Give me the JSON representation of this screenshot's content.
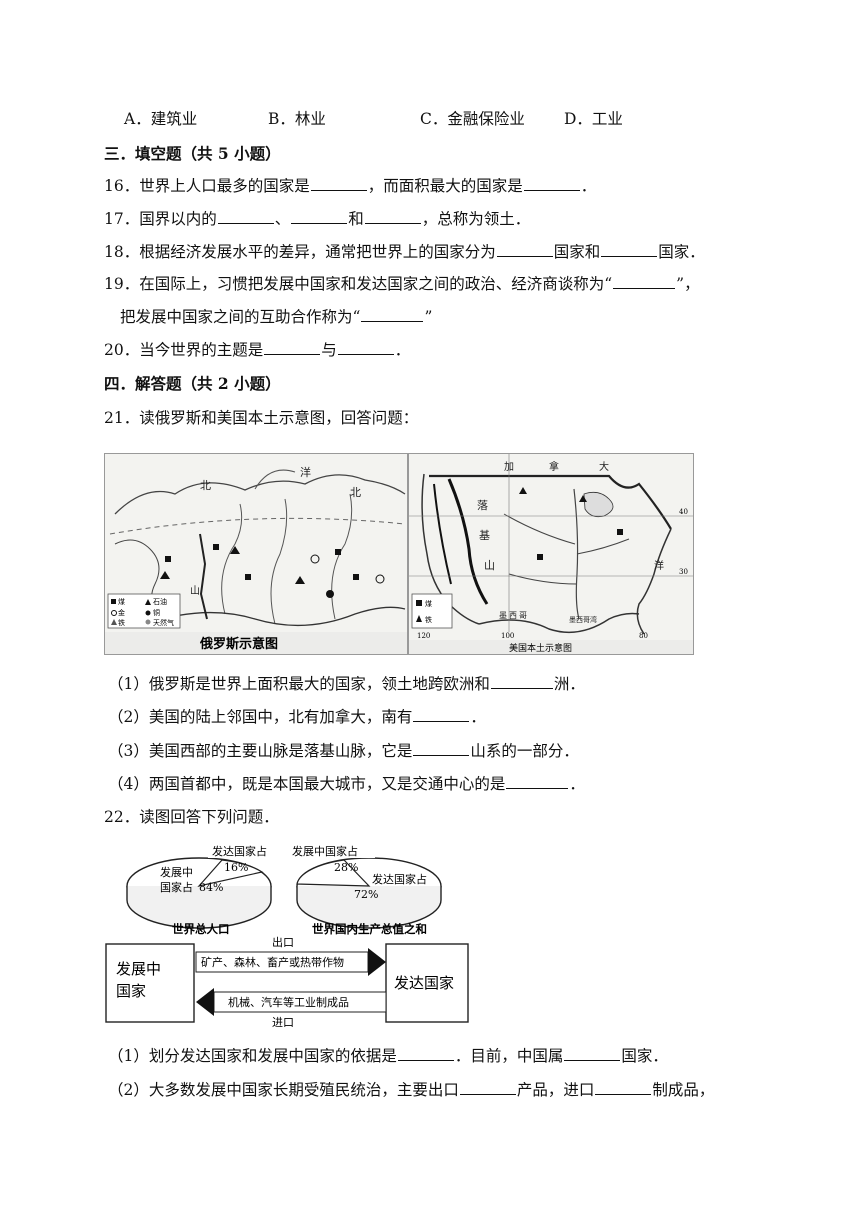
{
  "q15_options": {
    "a": "A．建筑业",
    "b": "B．林业",
    "c": "C．金融保险业",
    "d": "D．工业"
  },
  "section3": {
    "title": "三．填空题（共 5 小题）"
  },
  "q16": {
    "text1": "16．世界上人口最多的国家是",
    "text2": "，而面积最大的国家是",
    "text3": "．"
  },
  "q17": {
    "text1": "17．国界以内的",
    "sep1": "、",
    "sep2": "和",
    "text2": "，总称为领土．"
  },
  "q18": {
    "text1": "18．根据经济发展水平的差异，通常把世界上的国家分为",
    "text2": "国家和",
    "text3": "国家．"
  },
  "q19": {
    "line1a": "19．在国际上，习惯把发展中国家和发达国家之间的政治、经济商谈称为“",
    "line1b": "”，",
    "line2a": "把发展中国家之间的互助合作称为“",
    "line2b": "”"
  },
  "q20": {
    "text1": "20．当今世界的主题是",
    "text2": "与",
    "text3": "．"
  },
  "section4": {
    "title": "四．解答题（共 2 小题）"
  },
  "q21": {
    "title": "21．读俄罗斯和美国本土示意图，回答问题：",
    "map_russia": {
      "caption": "俄罗斯示意图",
      "labels": [
        "北",
        "洋",
        "北",
        "山"
      ],
      "legend": [
        "煤",
        "石油",
        "金",
        "铜",
        "铁",
        "天然气"
      ]
    },
    "map_usa": {
      "caption": "美国本土示意图",
      "labels": [
        "加",
        "拿",
        "大",
        "落",
        "基",
        "山",
        "洋",
        "墨西哥湾",
        "墨",
        "西",
        "哥"
      ],
      "legend": [
        "煤",
        "铁"
      ],
      "ticks": [
        "120",
        "100",
        "80",
        "40",
        "30"
      ]
    },
    "sub1": {
      "text1": "（1）俄罗斯是世界上面积最大的国家，领土地跨欧洲和",
      "text2": "洲．"
    },
    "sub2": {
      "text1": "（2）美国的陆上邻国中，北有加拿大，南有",
      "text2": "．"
    },
    "sub3": {
      "text1": "（3）美国西部的主要山脉是落基山脉，它是",
      "text2": "山系的一部分．"
    },
    "sub4": {
      "text1": "（4）两国首都中，既是本国最大城市，又是交通中心的是",
      "text2": "．"
    }
  },
  "q22": {
    "title": "22．读图回答下列问题．",
    "diagram": {
      "pie1": {
        "caption": "世界总人口",
        "slice_label": "发达国家占",
        "slice_value": "16%",
        "main_label_1": "发展中",
        "main_label_2": "国家占",
        "main_value": "84%"
      },
      "pie2": {
        "caption": "世界国内生产总值之和",
        "slice_label": "发展中国家占",
        "slice_value": "28%",
        "main_label": "发达国家占",
        "main_value": "72%"
      },
      "box_left_1": "发展中",
      "box_left_2": "国家",
      "box_right": "发达国家",
      "export_label": "出口",
      "export_goods": "矿产、森林、畜产或热带作物",
      "import_goods": "机械、汽车等工业制成品",
      "import_label": "进口"
    },
    "sub1": {
      "text1": "（1）划分发达国家和发展中国家的依据是",
      "text2": "．目前，中国属",
      "text3": "国家．"
    },
    "sub2": {
      "text1": "（2）大多数发展中国家长期受殖民统治，主要出口",
      "text2": "产品，进口",
      "text3": "制成品，"
    }
  }
}
